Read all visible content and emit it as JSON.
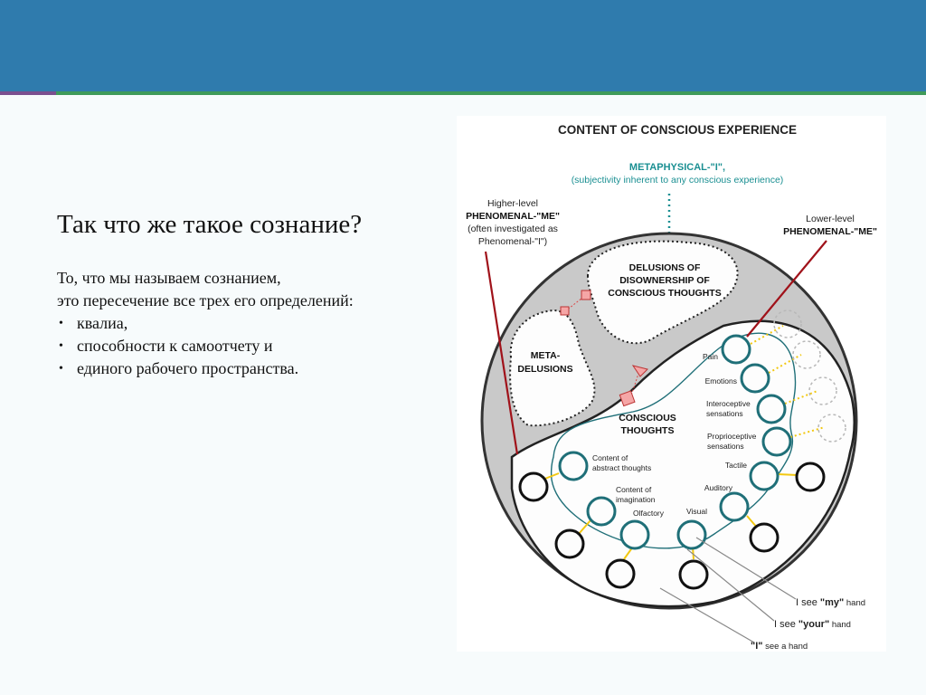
{
  "slide": {
    "title": "Так что же такое сознание?",
    "intro_line1": "То, что мы называем сознанием,",
    "intro_line2": "это пересечение все трех его определений:",
    "bullets": [
      "квалиа,",
      "способности к самоотчету и",
      "единого рабочего пространства."
    ]
  },
  "figure": {
    "title": "CONTENT OF CONSCIOUS EXPERIENCE",
    "metaphysical_title": "METAPHYSICAL-\"I\",",
    "metaphysical_sub": "(subjectivity inherent to any conscious experience)",
    "higher_level": {
      "line1": "Higher-level",
      "line2": "PHENOMENAL-\"ME\"",
      "line3": "(often investigated as",
      "line4": "Phenomenal-\"I\")"
    },
    "lower_level": {
      "line1": "Lower-level",
      "line2": "PHENOMENAL-\"ME\""
    },
    "delusions": {
      "line1": "DELUSIONS OF",
      "line2": "DISOWNERSHIP OF",
      "line3": "CONSCIOUS THOUGHTS"
    },
    "meta_delusions": {
      "line1": "META-",
      "line2": "DELUSIONS"
    },
    "conscious_thoughts": {
      "line1": "CONSCIOUS",
      "line2": "THOUGHTS"
    },
    "nodes": {
      "pain": "Pain",
      "emotions": "Emotions",
      "interoceptive": {
        "line1": "Interoceptive",
        "line2": "sensations"
      },
      "proprioceptive": {
        "line1": "Proprioceptive",
        "line2": "sensations"
      },
      "tactile": "Tactile",
      "auditory": "Auditory",
      "visual": "Visual",
      "olfactory": "Olfactory",
      "imagination": {
        "line1": "Content of",
        "line2": "imagination"
      },
      "abstract": {
        "line1": "Content of",
        "line2": "abstract thoughts"
      }
    },
    "see_labels": {
      "my": {
        "pre": "I see ",
        "bold": "\"my\"",
        "post": " hand"
      },
      "your": {
        "pre": "I see ",
        "bold": "\"your\"",
        "post": " hand"
      },
      "i": {
        "bold": "\"I\"",
        "post": " see a hand"
      }
    },
    "colors": {
      "teal_text": "#1a8f92",
      "teal_circle": "#1f6f78",
      "red_line": "#a0121a",
      "gray_ring": "#c9c9c9",
      "yellow": "#f2c811",
      "pink_marker": "#f5a6a6"
    }
  }
}
